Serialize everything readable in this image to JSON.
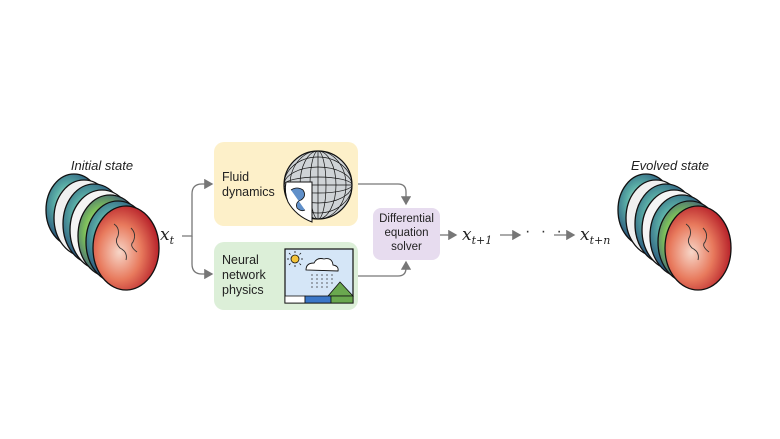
{
  "diagram": {
    "initial_state_label": "Initial state",
    "evolved_state_label": "Evolved state",
    "input_var": {
      "base": "x",
      "sub": "t"
    },
    "fluid_box": {
      "label_line1": "Fluid",
      "label_line2": "dynamics",
      "fill": "#fdf0c9"
    },
    "nn_box": {
      "label_line1": "Neural",
      "label_line2": "network",
      "label_line3": "physics",
      "fill": "#dcefd8"
    },
    "solver_box": {
      "label_line1": "Differential",
      "label_line2": "equation",
      "label_line3": "solver",
      "fill": "#e7dcef"
    },
    "next_var": {
      "base": "x",
      "sub": "t+1"
    },
    "ellipsis": "· · ·",
    "final_var": {
      "base": "x",
      "sub": "t+n"
    }
  }
}
